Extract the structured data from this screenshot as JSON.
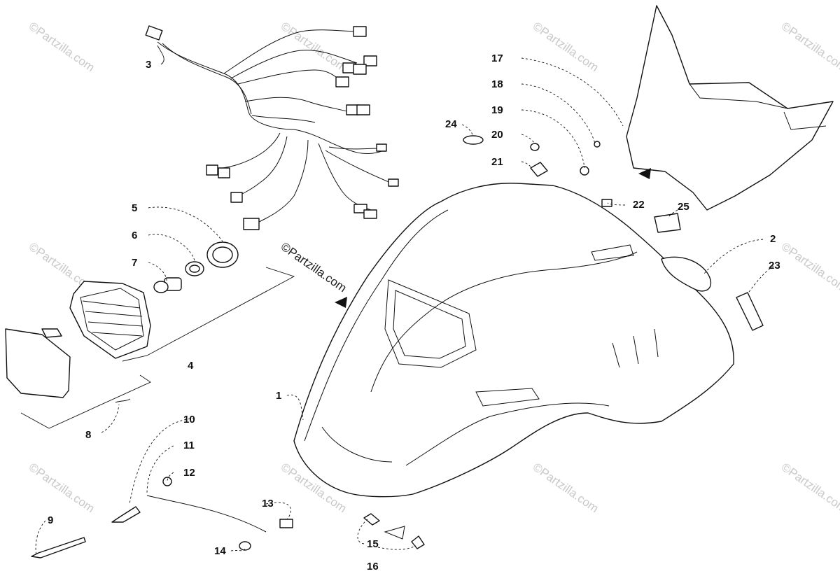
{
  "watermark": {
    "text": "©Partzilla.com",
    "center_text": "©Partzilla.com"
  },
  "callouts": {
    "c1": "1",
    "c2": "2",
    "c3": "3",
    "c4": "4",
    "c5": "5",
    "c6": "6",
    "c7": "7",
    "c8": "8",
    "c9": "9",
    "c10": "10",
    "c11": "11",
    "c12": "12",
    "c13": "13",
    "c14": "14",
    "c15": "15",
    "c16": "16",
    "c17": "17",
    "c18": "18",
    "c19": "19",
    "c20": "20",
    "c21": "21",
    "c22": "22",
    "c23": "23",
    "c24": "24",
    "c25": "25"
  }
}
